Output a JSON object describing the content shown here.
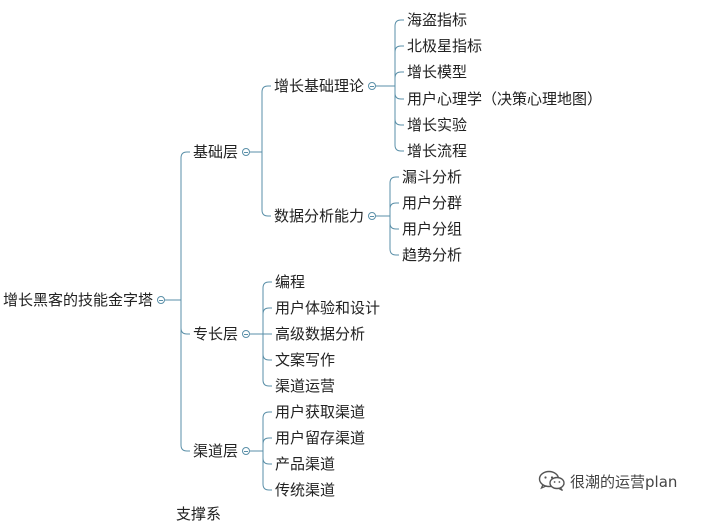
{
  "colors": {
    "line": "#5a8fa8",
    "text": "#222222"
  },
  "mindmap": {
    "root": {
      "label": "增长黑客的技能金字塔",
      "children": [
        {
          "label": "基础层",
          "children": [
            {
              "label": "增长基础理论",
              "children": [
                {
                  "label": "海盗指标"
                },
                {
                  "label": "北极星指标"
                },
                {
                  "label": "增长模型"
                },
                {
                  "label": "用户心理学（决策心理地图）"
                },
                {
                  "label": "增长实验"
                },
                {
                  "label": "增长流程"
                }
              ]
            },
            {
              "label": "数据分析能力",
              "children": [
                {
                  "label": "漏斗分析"
                },
                {
                  "label": "用户分群"
                },
                {
                  "label": "用户分组"
                },
                {
                  "label": "趋势分析"
                }
              ]
            }
          ]
        },
        {
          "label": "专长层",
          "children": [
            {
              "label": "编程"
            },
            {
              "label": "用户体验和设计"
            },
            {
              "label": "高级数据分析"
            },
            {
              "label": "文案写作"
            },
            {
              "label": "渠道运营"
            }
          ]
        },
        {
          "label": "渠道层",
          "children": [
            {
              "label": "用户获取渠道"
            },
            {
              "label": "用户留存渠道"
            },
            {
              "label": "产品渠道"
            },
            {
              "label": "传统渠道"
            }
          ]
        }
      ]
    }
  },
  "watermark": {
    "icon": "wechat-icon",
    "text": "很潮的运营plan"
  },
  "footer_partial": "支撑系"
}
